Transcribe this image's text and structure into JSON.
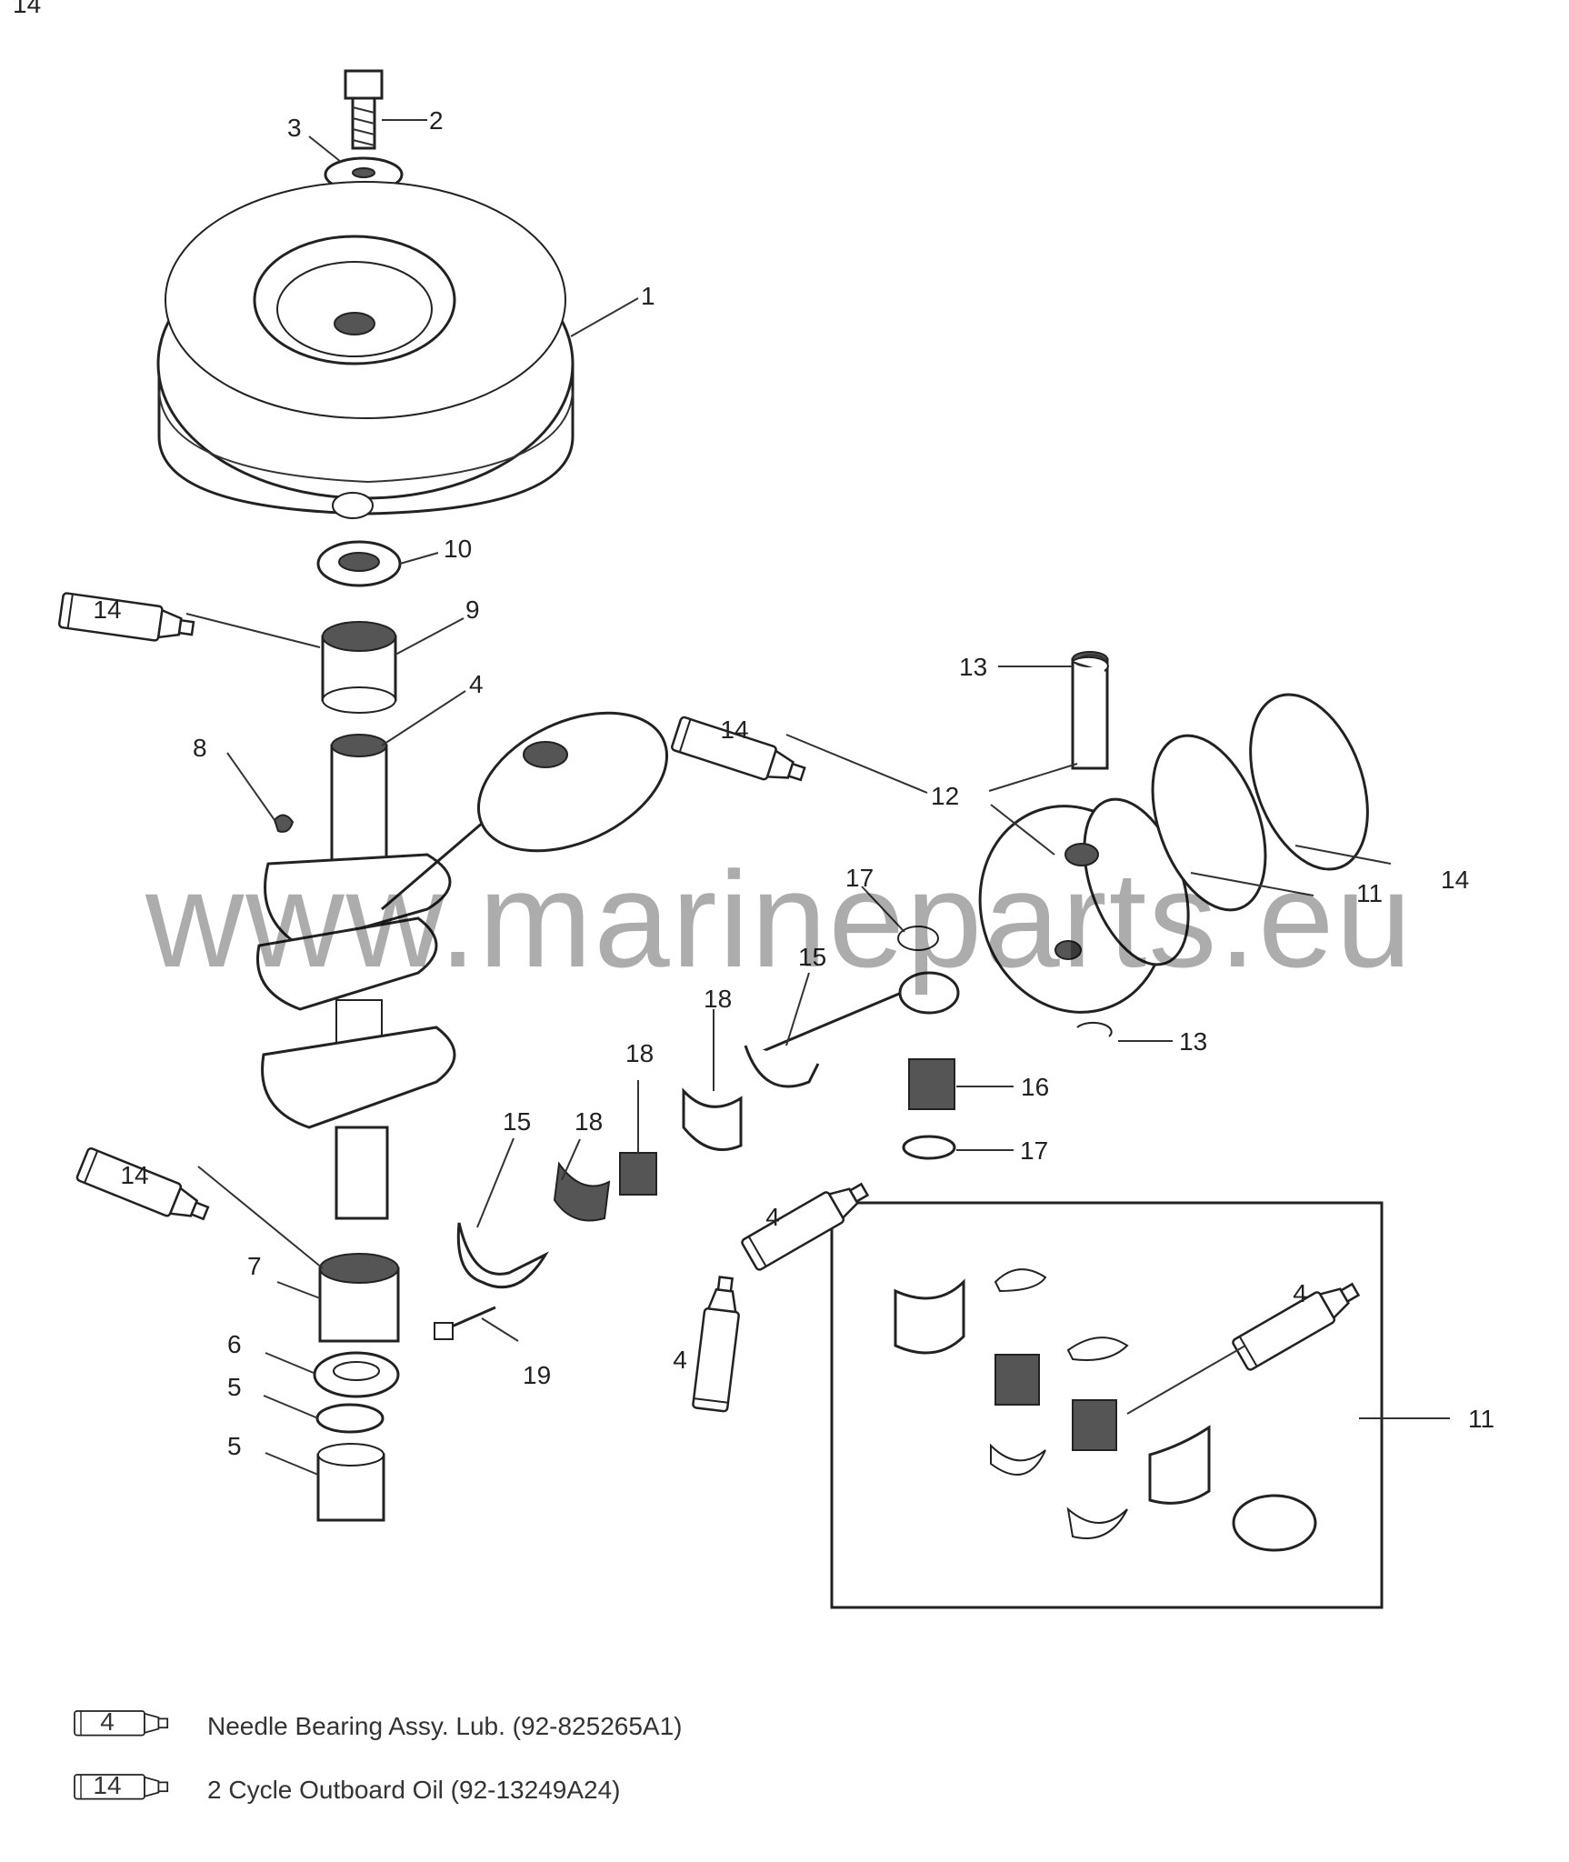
{
  "watermark": "www.marineparts.eu",
  "callouts": {
    "n1": "1",
    "n2": "2",
    "n3": "3",
    "n4": "4",
    "n5a": "5",
    "n5b": "5",
    "n6": "6",
    "n7": "7",
    "n8": "8",
    "n9": "9",
    "n10": "10",
    "n11a": "11",
    "n11b": "11",
    "n12": "12",
    "n13a": "13",
    "n13b": "13",
    "n14a": "14",
    "n14b": "14",
    "n14c": "14",
    "n14d": "14",
    "n14e": "14",
    "n15a": "15",
    "n15b": "15",
    "n16": "16",
    "n17a": "17",
    "n17b": "17",
    "n18a": "18",
    "n18b": "18",
    "n18c": "18",
    "n19": "19",
    "tube4a": "4",
    "tube4b": "4",
    "tube4c": "4"
  },
  "legend": [
    {
      "tube": "4",
      "text": "Needle Bearing Assy. Lub. (92-825265A1)"
    },
    {
      "tube": "14",
      "text": "2 Cycle Outboard Oil (92-13249A24)"
    }
  ]
}
